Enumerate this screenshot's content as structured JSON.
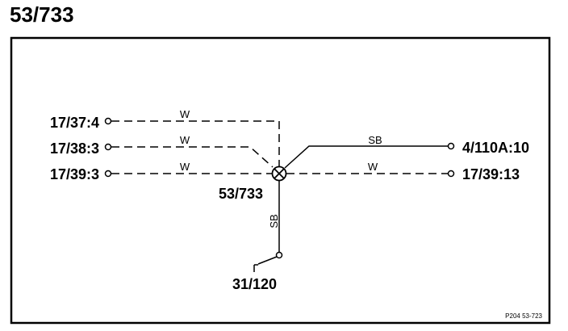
{
  "title": "53/733",
  "splice": {
    "label": "53/733"
  },
  "terminals": {
    "t1": "17/37:4",
    "t2": "17/38:3",
    "t3": "17/39:3",
    "t4": "4/110A:10",
    "t5": "17/39:13",
    "ground": "31/120"
  },
  "wire_colors": {
    "w1": "W",
    "w2": "W",
    "w3": "W",
    "w4": "SB",
    "w5": "W",
    "w6": "SB"
  },
  "reference": "P204 53-723",
  "line_color": "#000000"
}
